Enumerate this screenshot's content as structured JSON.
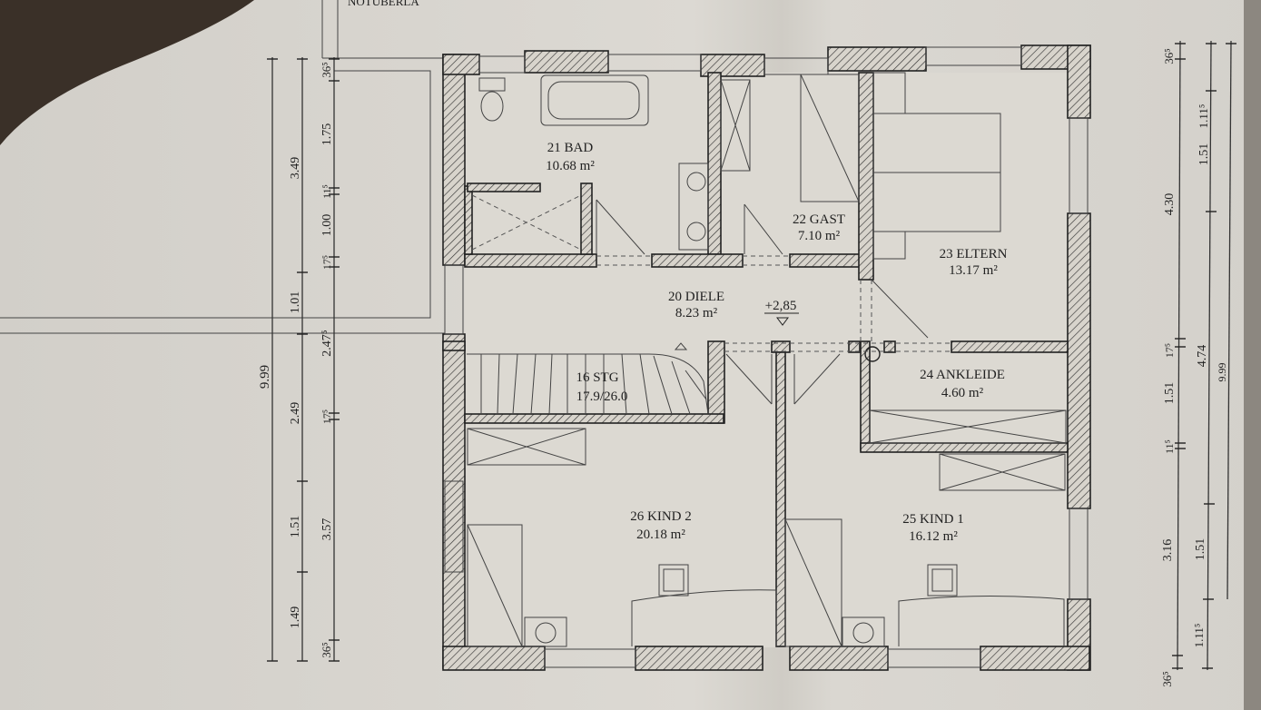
{
  "plan": {
    "top_note": "NOTÜBERLA",
    "level_marker": "+2,85",
    "rooms": [
      {
        "name": "21 BAD",
        "area": "10.68 m²"
      },
      {
        "name": "22 GAST",
        "area": "7.10 m²"
      },
      {
        "name": "23 ELTERN",
        "area": "13.17 m²"
      },
      {
        "name": "20 DIELE",
        "area": "8.23 m²"
      },
      {
        "name": "16 STG",
        "area": "17.9/26.0"
      },
      {
        "name": "24 ANKLEIDE",
        "area": "4.60 m²"
      },
      {
        "name": "26 KIND 2",
        "area": "20.18 m²"
      },
      {
        "name": "25 KIND 1",
        "area": "16.12 m²"
      }
    ]
  },
  "dimensions": {
    "left_total": "9.99",
    "left_middle": [
      "3.49",
      "1.01",
      "2.49",
      "1.51",
      "1.49"
    ],
    "left_inner": [
      "36⁵",
      "1.75",
      "11⁵",
      "1.00",
      "17⁵",
      "2.47⁵",
      "17⁵",
      "3.57",
      "36⁵"
    ],
    "right_inner": [
      "36⁵",
      "4.30",
      "17⁵",
      "1.51",
      "11⁵",
      "3.16",
      "36⁵"
    ],
    "right_middle": [
      "1.11⁵",
      "1.51",
      "4.74",
      "1.51",
      "1.11⁵"
    ],
    "right_total": "9.99"
  }
}
